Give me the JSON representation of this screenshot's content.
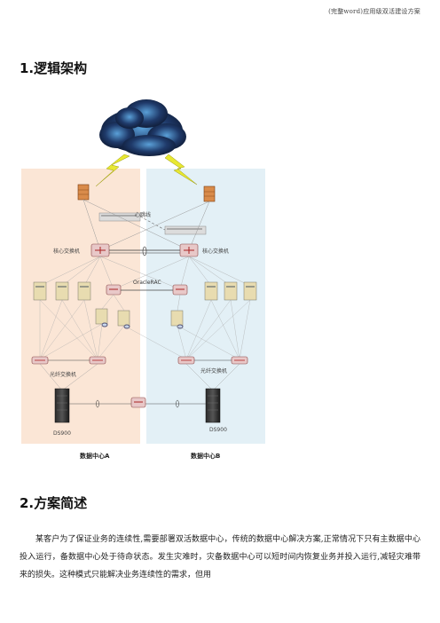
{
  "page": {
    "header_note": "(完整word)应用级双活建设方案"
  },
  "sections": [
    {
      "title": "1.逻辑架构"
    },
    {
      "title": "2.方案简述"
    }
  ],
  "diagram": {
    "labels": {
      "heartbeat": "心跳线",
      "core_switch_left": "核心交换机",
      "core_switch_right": "核心交换机",
      "oracle_rac": "OracleRAC",
      "san_switch_left": "光纤交换机",
      "san_switch_right": "光纤交换机",
      "storage_left": "DS900",
      "storage_right": "DS900",
      "dc_a": "数据中心A",
      "dc_b": "数据中心B"
    },
    "colors": {
      "zone_a": "#fbe6d6",
      "zone_b": "#e3f0f6",
      "lightning": "#e8e832",
      "cloud": "#1f3a6a"
    }
  },
  "body": {
    "paragraph": "某客户为了保证业务的连续性,需要部署双活数据中心，传统的数据中心解决方案,正常情况下只有主数据中心投入运行，备数据中心处于待命状态。发生灾难时，灾备数据中心可以短时间内恢复业务并投入运行,减轻灾难带来的损失。这种模式只能解决业务连续性的需求，但用"
  }
}
